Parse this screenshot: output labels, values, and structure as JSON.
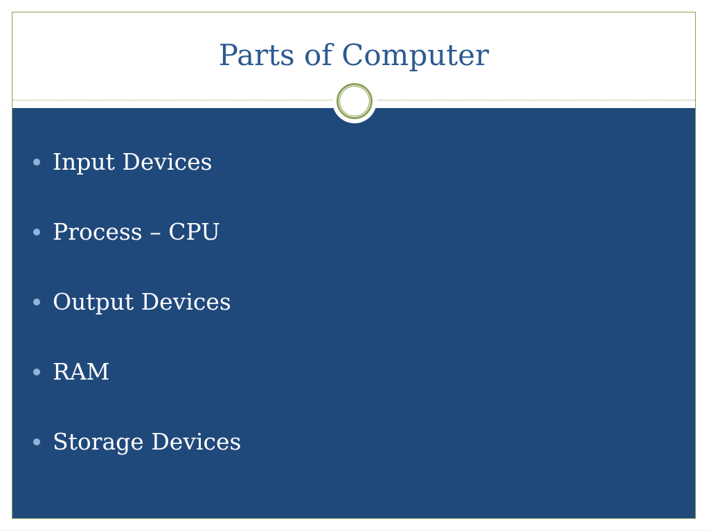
{
  "slide": {
    "title": "Parts of Computer",
    "bullets": [
      "Input Devices",
      "Process – CPU",
      "Output Devices",
      "RAM",
      "Storage Devices"
    ]
  },
  "colors": {
    "title_text": "#2c5a91",
    "content_background": "#20497b",
    "accent_green": "#8aa055",
    "bullet_dot": "#8fb4dc",
    "bullet_text": "#ffffff"
  },
  "icons": {
    "divider_ornament": "circle-ring-icon",
    "bullet_marker": "bullet-dot-icon"
  }
}
